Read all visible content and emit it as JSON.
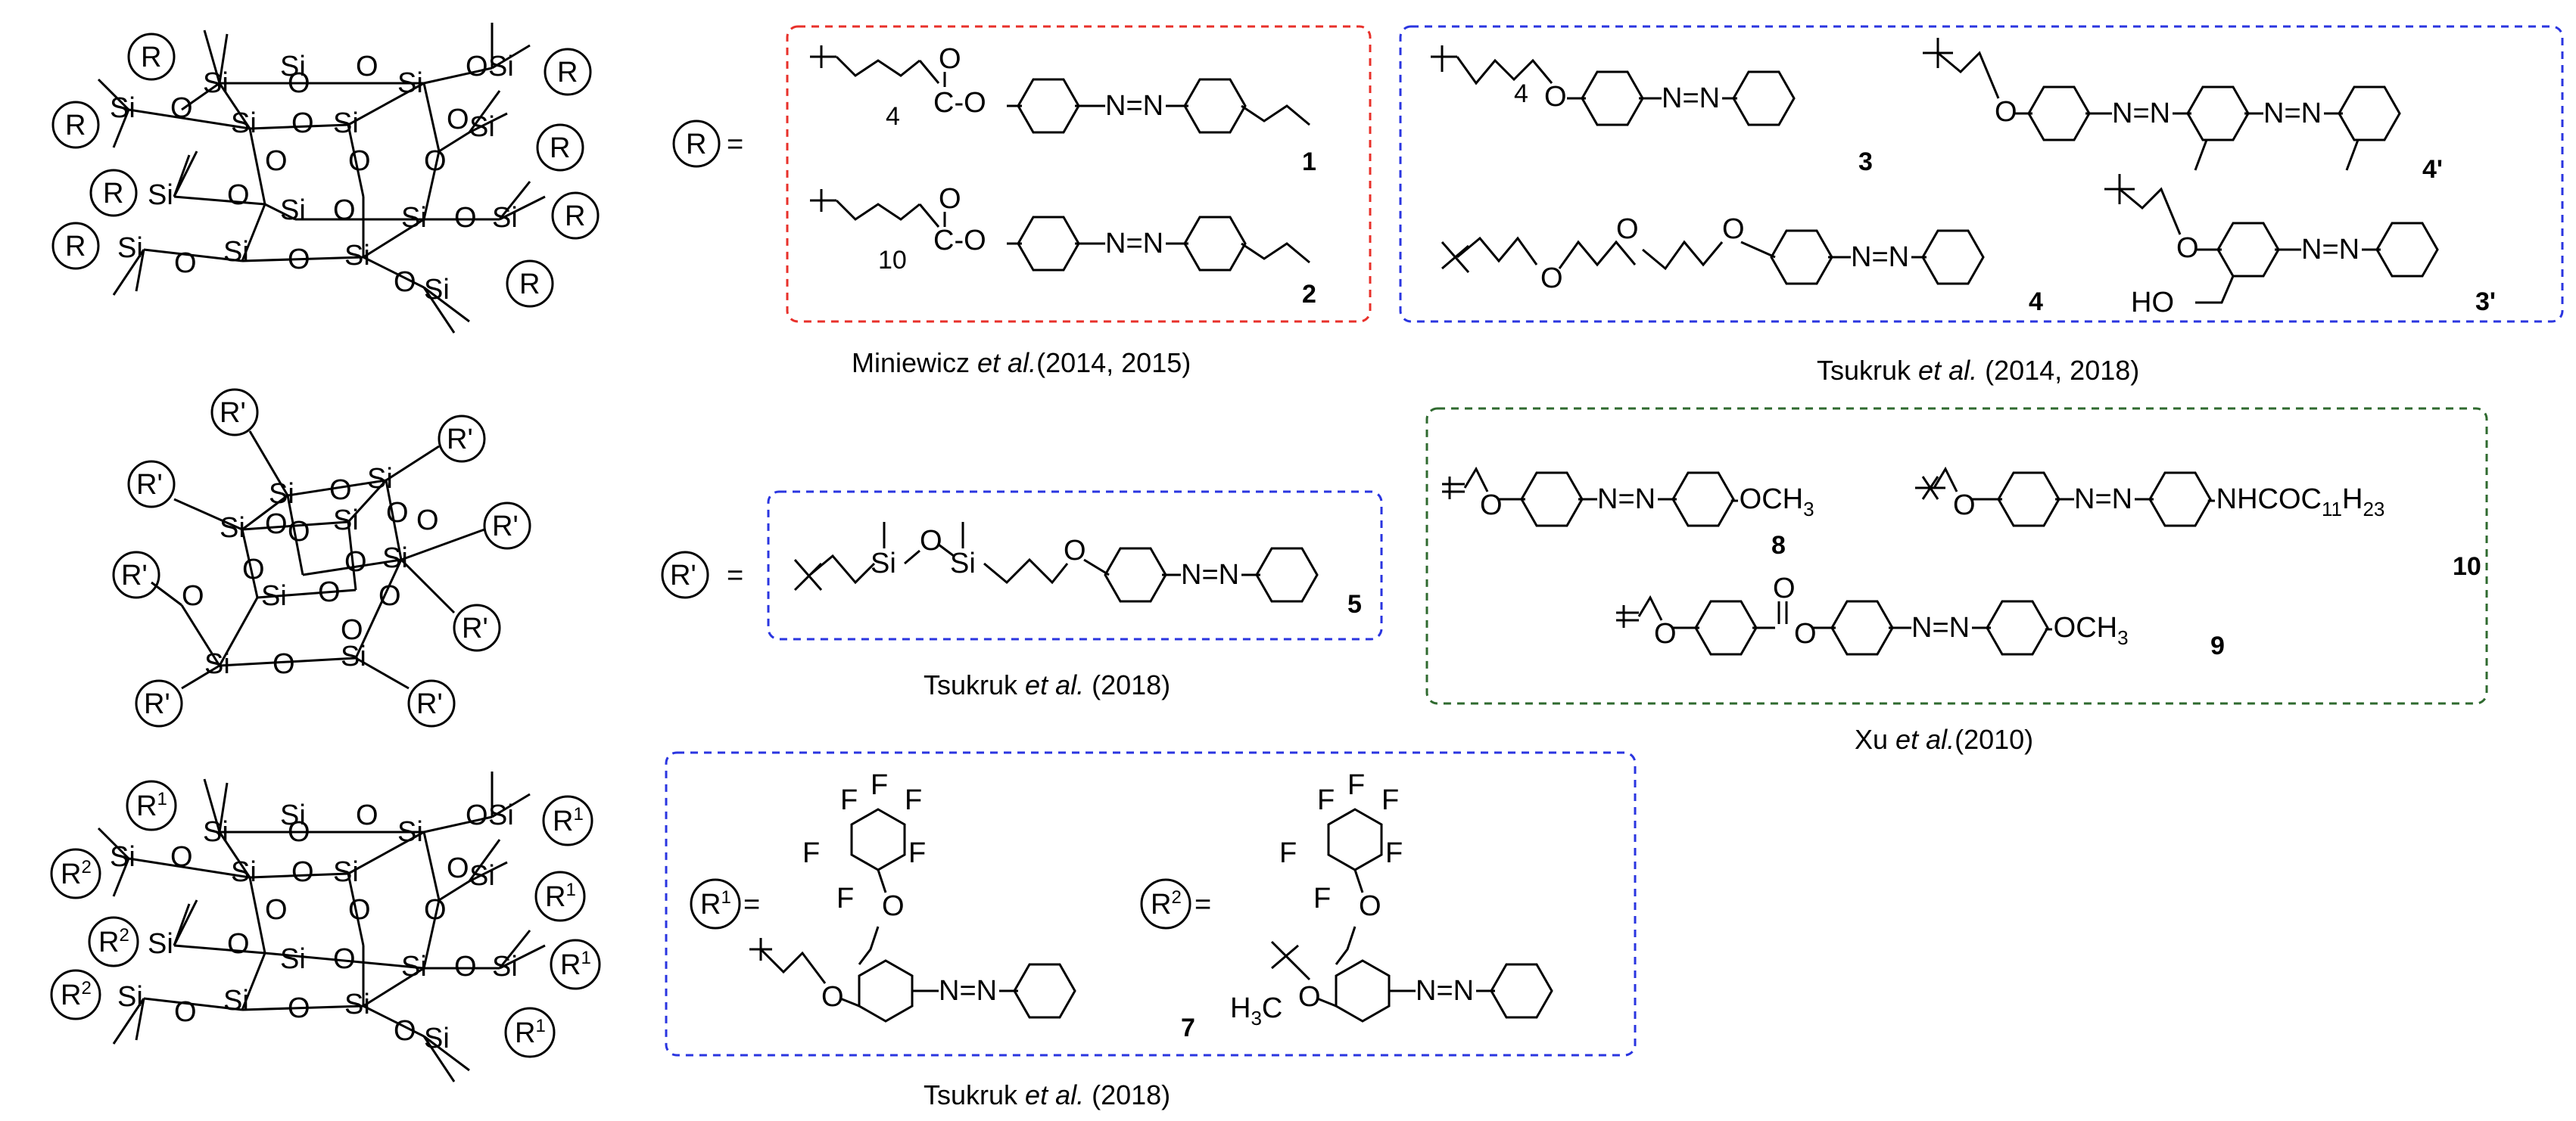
{
  "symbols": {
    "R": "R",
    "R_prime": "R'",
    "R1": "R",
    "R2": "R",
    "sup1": "1",
    "sup2": "2",
    "eq": "=",
    "Si": "Si",
    "O": "O",
    "F": "F",
    "HO": "HO",
    "NN": "N=N",
    "OCH3": "-OCH",
    "sub3": "3",
    "NHCOC": "-NHCOC",
    "sub11": "11",
    "H23": "H",
    "sub23": "23",
    "H3C": "H",
    "sub_c3": "3",
    "C": "C",
    "C_ester": "C-O",
    "sub4": "4",
    "sub10": "10"
  },
  "compounds": {
    "c1": "1",
    "c2": "2",
    "c3": "3",
    "c4prime": "4'",
    "c4": "4",
    "c3prime": "3'",
    "c5": "5",
    "c7": "7",
    "c8": "8",
    "c9": "9",
    "c10": "10"
  },
  "citations": {
    "miniewicz": {
      "pre": "Miniewicz ",
      "it": "et al.",
      "post": "(2014, 2015)"
    },
    "tsukruk_a": {
      "pre": "Tsukruk ",
      "it": "et al.",
      "post": " (2014, 2018)"
    },
    "tsukruk_b": {
      "pre": "Tsukruk ",
      "it": "et al.",
      "post": " (2018)"
    },
    "xu": {
      "pre": "Xu ",
      "it": "et al.",
      "post": "(2010)"
    },
    "tsukruk_c": {
      "pre": "Tsukruk ",
      "it": "et al.",
      "post": " (2018)"
    }
  },
  "colors": {
    "red_box": "#e8302a",
    "blue_box": "#2a35e0",
    "green_box": "#2f6a2f"
  }
}
